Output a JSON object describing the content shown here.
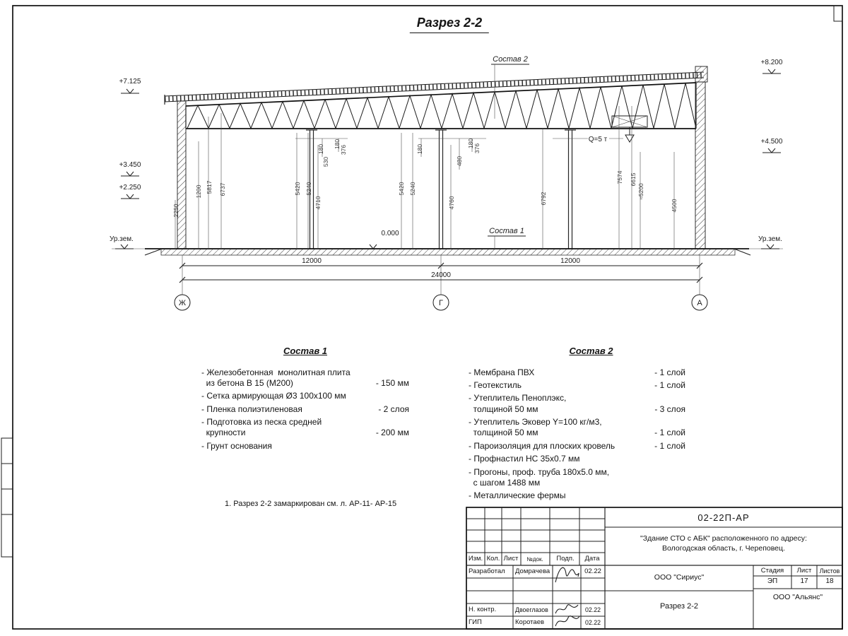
{
  "page": {
    "title": "Разрез 2-2"
  },
  "drawing": {
    "labels": {
      "sostav2": "Состав 2",
      "sostav1": "Состав 1",
      "zero": "0.000",
      "crane": "Q=5 т",
      "ground_left": "Ур.зем.",
      "ground_right": "Ур.зем."
    },
    "elevations": {
      "left": [
        "+7.125",
        "+3.450",
        "+2.250"
      ],
      "right": [
        "+8.200",
        "+4.500"
      ]
    },
    "axes": [
      "Ж",
      "Г",
      "А"
    ],
    "h_dims": [
      "12000",
      "12000",
      "24000"
    ],
    "v_dims": [
      "2250",
      "1200",
      "5817",
      "6737",
      "5420",
      "5240",
      "4710",
      "180",
      "530",
      "180",
      "376",
      "5420",
      "5240",
      "180",
      "4760",
      "480",
      "180",
      "376",
      "6792",
      "7574",
      "6615",
      "≈5200",
      "4500"
    ]
  },
  "sostav1": {
    "title": "Состав 1",
    "items": [
      {
        "text": "- Железобетонная  монолитная плита\n  из бетона В 15 (М200)",
        "value": "- 150 мм"
      },
      {
        "text": "- Сетка армирующая Ø3 100х100 мм",
        "value": ""
      },
      {
        "text": "- Пленка полиэтиленовая",
        "value": "- 2 слоя"
      },
      {
        "text": "- Подготовка из песка средней\n  крупности",
        "value": "- 200 мм"
      },
      {
        "text": "- Грунт основания",
        "value": ""
      }
    ]
  },
  "sostav2": {
    "title": "Состав 2",
    "items": [
      {
        "text": "- Мембрана ПВХ",
        "value": "- 1 слой"
      },
      {
        "text": "- Геотекстиль",
        "value": "- 1 слой"
      },
      {
        "text": "- Утеплитель Пеноплэкс,\n  толщиной 50 мм",
        "value": "- 3 слоя"
      },
      {
        "text": "- Утеплитель Эковер Y=100 кг/м3,\n  толщиной 50 мм",
        "value": "- 1 слой"
      },
      {
        "text": "- Пароизоляция для плоских кровель",
        "value": "- 1 слой"
      },
      {
        "text": "- Профнастил НС 35х0.7 мм",
        "value": ""
      },
      {
        "text": "- Прогоны, проф. труба 180х5.0 мм,\n  с шагом 1488 мм",
        "value": ""
      },
      {
        "text": "- Металлические фермы",
        "value": ""
      }
    ]
  },
  "note": "1. Разрез 2-2 замаркирован см. л. АР-11- АР-15",
  "titleblock": {
    "doc_code": "02-22П-АР",
    "project_line1": "\"Здание СТО с АБК\" расположенного по адресу:",
    "project_line2": "Вологодская область, г. Череповец.",
    "org1": "ООО \"Сириус\"",
    "org2": "ООО \"Альянс\"",
    "sheet_title": "Разрез 2-2",
    "cols": {
      "izm": "Изм.",
      "kol": "Кол.",
      "list": "Лист",
      "ndok": "№док.",
      "podp": "Подп.",
      "data": "Дата"
    },
    "rows": [
      {
        "role": "Разработал",
        "name": "Домрачева",
        "date": "02.22"
      },
      {
        "role": "Н. контр.",
        "name": "Двоеглазов",
        "date": "02.22"
      },
      {
        "role": "ГИП",
        "name": "Коротаев",
        "date": "02.22"
      }
    ],
    "stage": {
      "label": "Стадия",
      "value": "ЭП"
    },
    "sheet": {
      "label": "Лист",
      "value": "17"
    },
    "sheets": {
      "label": "Листов",
      "value": "18"
    }
  }
}
